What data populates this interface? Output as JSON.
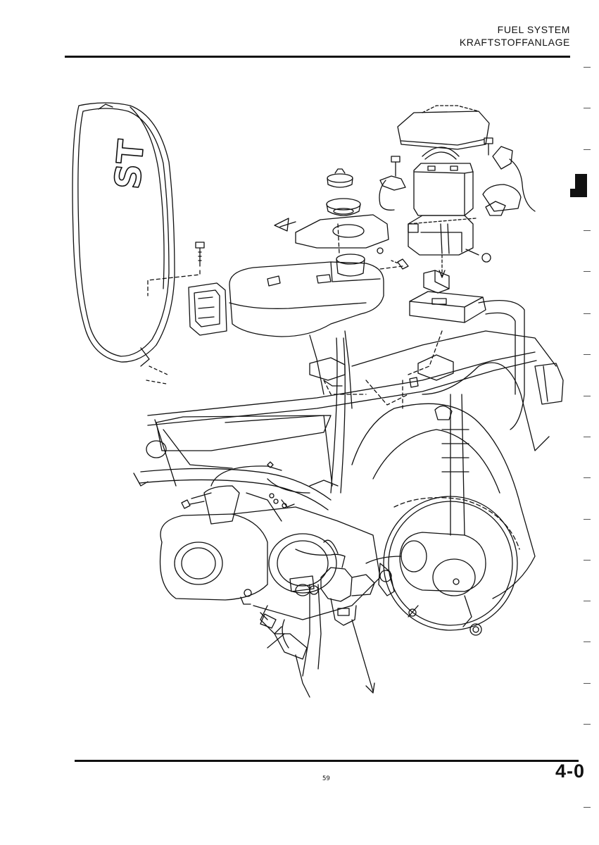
{
  "header": {
    "title_en": "FUEL SYSTEM",
    "title_de": "KRAFTSTOFFANLAGE"
  },
  "diagram": {
    "seat_logo": "ST"
  },
  "footer": {
    "page_number": "59",
    "section_number": "4-0"
  }
}
